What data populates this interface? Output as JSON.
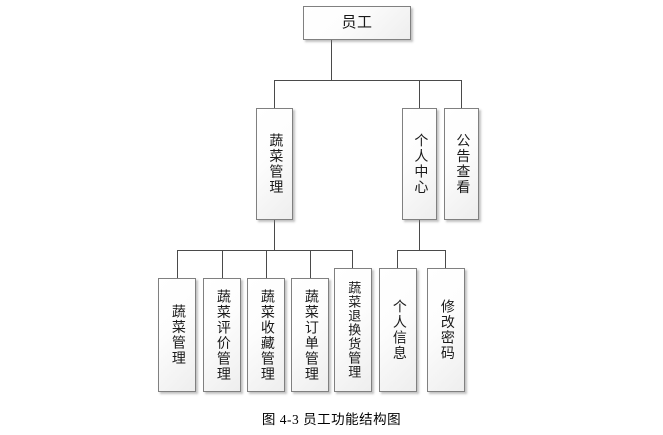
{
  "diagram": {
    "title_caption": "图 4-3 员工功能结构图",
    "root": {
      "id": "employee",
      "label": "员工"
    },
    "level2": [
      {
        "id": "vegetable-management",
        "label": "蔬菜管理"
      },
      {
        "id": "personal-center",
        "label": "个人中心"
      },
      {
        "id": "announcement-view",
        "label": "公告查看"
      }
    ],
    "level3_vegetable": [
      {
        "id": "veg-manage",
        "label": "蔬菜管理"
      },
      {
        "id": "veg-review-manage",
        "label": "蔬菜评价管理"
      },
      {
        "id": "veg-favorite-manage",
        "label": "蔬菜收藏管理"
      },
      {
        "id": "veg-order-manage",
        "label": "蔬菜订单管理"
      },
      {
        "id": "veg-return-exchange-manage",
        "label": "蔬菜退换货管理"
      }
    ],
    "level3_personal": [
      {
        "id": "personal-info",
        "label": "个人信息"
      },
      {
        "id": "change-password",
        "label": "修改密码"
      }
    ],
    "colors": {
      "box_border": "#808080",
      "box_fill_light": "#ffffff",
      "box_fill_dark": "#eeeeee",
      "connector": "#4a4a4a",
      "text": "#1a1a1a",
      "background": "#ffffff"
    }
  }
}
